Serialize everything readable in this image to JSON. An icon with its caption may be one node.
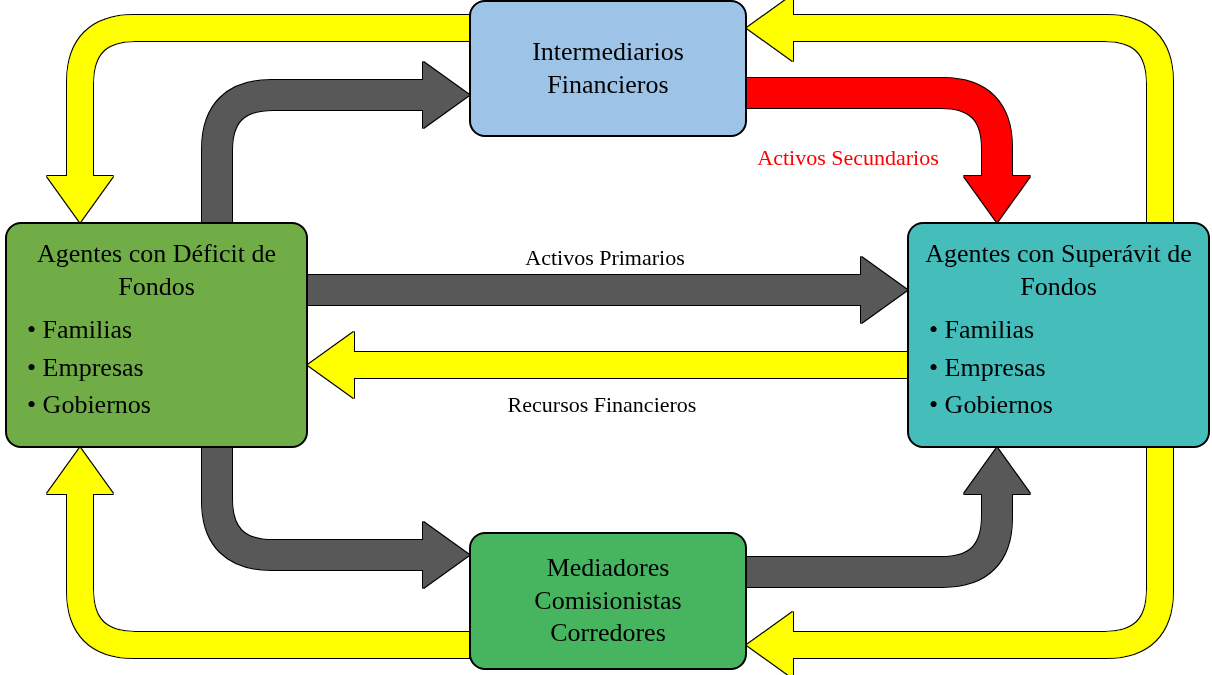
{
  "diagram": {
    "nodes": [
      {
        "text": [
          "Intermediarios Financieros"
        ]
      },
      {
        "text": [
          "Agentes con Déficit de Fondos",
          "• Familias",
          "• Empresas",
          "• Gobiernos"
        ]
      },
      {
        "text": [
          "Agentes con Superávit de Fondos",
          "• Familias",
          "• Empresas",
          "• Gobiernos"
        ]
      },
      {
        "text": [
          "Mediadores Comisionistas Corredores"
        ]
      }
    ],
    "edges": [
      {
        "from": 0,
        "to": 1,
        "arrow": "to"
      },
      {
        "from": 1,
        "to": 0,
        "arrow": "to",
        "color": "#595959"
      },
      {
        "from": 2,
        "to": 0,
        "arrow": "to"
      },
      {
        "from": 0,
        "to": 2,
        "arrow": "to",
        "label": "Activos Secundarios",
        "color": "#ff0000"
      },
      {
        "from": 1,
        "to": 2,
        "arrow": "to",
        "label": "Activos Primarios",
        "color": "#595959"
      },
      {
        "from": 2,
        "to": 1,
        "arrow": "to",
        "label": "Recursos Financieros"
      },
      {
        "from": 1,
        "to": 3,
        "arrow": "to",
        "color": "#595959"
      },
      {
        "from": 3,
        "to": 1,
        "arrow": "to"
      },
      {
        "from": 3,
        "to": 2,
        "arrow": "to",
        "color": "#595959"
      },
      {
        "from": 2,
        "to": 3,
        "arrow": "to"
      }
    ]
  }
}
